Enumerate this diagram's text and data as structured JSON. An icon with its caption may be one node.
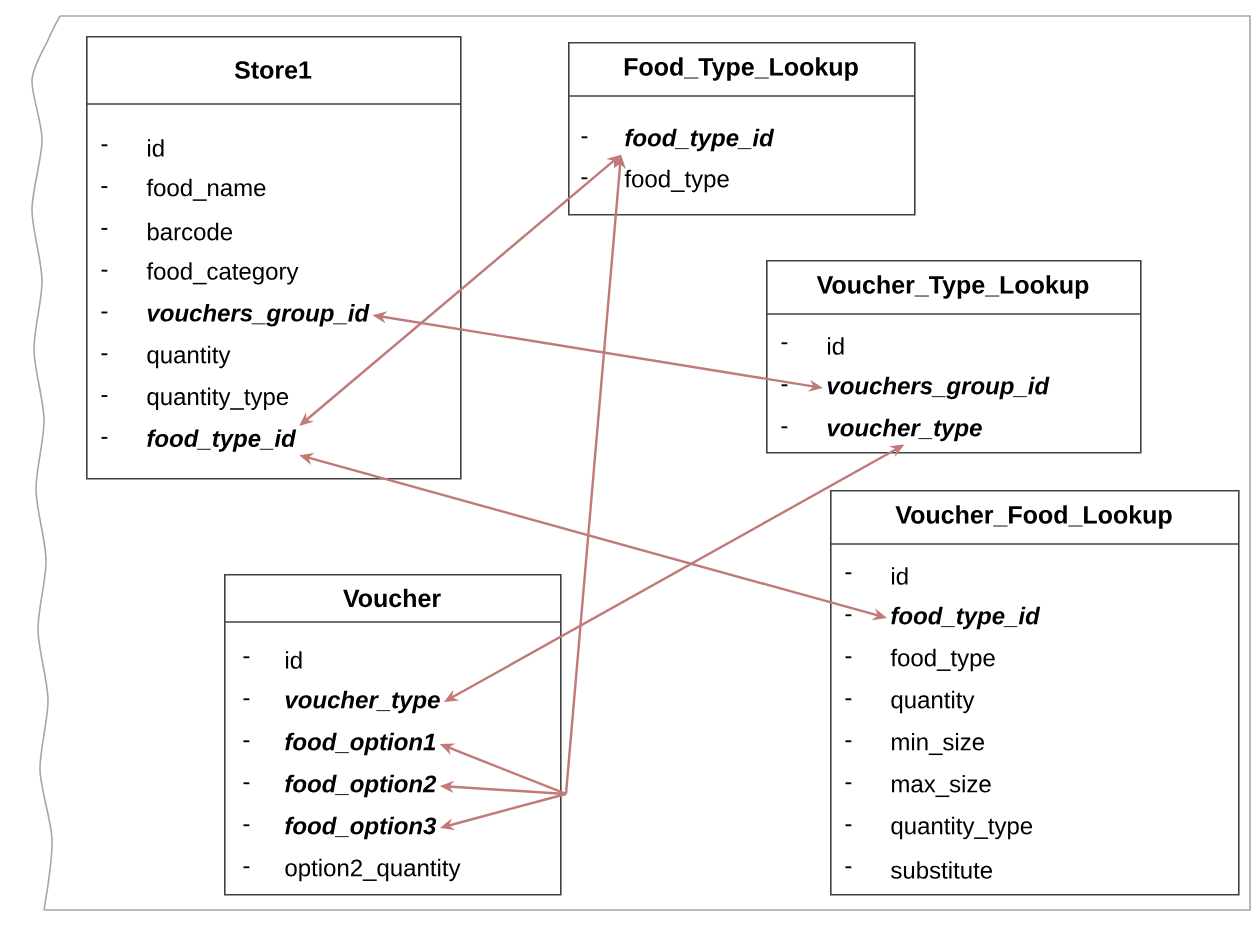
{
  "diagram": {
    "nodes": [
      {
        "text": [
          "Store1"
        ]
      },
      {
        "text": [
          "id"
        ],
        "in": 0,
        "beside": [
          "-"
        ]
      },
      {
        "text": [
          "food_name"
        ],
        "in": 0,
        "beside": [
          "-"
        ]
      },
      {
        "text": [
          "barcode"
        ],
        "in": 0,
        "beside": [
          "-"
        ]
      },
      {
        "text": [
          "food_category"
        ],
        "in": 0,
        "beside": [
          "-"
        ]
      },
      {
        "text": [
          "vouchers_group_id"
        ],
        "in": 0,
        "beside": [
          "-"
        ]
      },
      {
        "text": [
          "quantity"
        ],
        "in": 0,
        "beside": [
          "-"
        ]
      },
      {
        "text": [
          "quantity_type"
        ],
        "in": 0,
        "beside": [
          "-"
        ]
      },
      {
        "text": [
          "food_type_id"
        ],
        "in": 0,
        "beside": [
          "-"
        ]
      },
      {
        "text": [
          "Food_Type_Lookup"
        ]
      },
      {
        "text": [
          "food_type_id"
        ],
        "in": 9,
        "beside": [
          "-"
        ]
      },
      {
        "text": [
          "food_type"
        ],
        "in": 9,
        "beside": [
          "-"
        ]
      },
      {
        "text": [
          "Voucher_Type_Lookup"
        ]
      },
      {
        "text": [
          "id"
        ],
        "in": 12,
        "beside": [
          "-"
        ]
      },
      {
        "text": [
          "vouchers_group_id"
        ],
        "in": 12,
        "beside": [
          "-"
        ]
      },
      {
        "text": [
          "voucher_type"
        ],
        "in": 12,
        "beside": [
          "-"
        ]
      },
      {
        "text": [
          "Voucher_Food_Lookup"
        ]
      },
      {
        "text": [
          "id"
        ],
        "in": 16,
        "beside": [
          "-"
        ]
      },
      {
        "text": [
          "food_type_id"
        ],
        "in": 16,
        "beside": [
          "-"
        ]
      },
      {
        "text": [
          "food_type"
        ],
        "in": 16,
        "beside": [
          "-"
        ]
      },
      {
        "text": [
          "quantity"
        ],
        "in": 16,
        "beside": [
          "-"
        ]
      },
      {
        "text": [
          "min_size"
        ],
        "in": 16,
        "beside": [
          "-"
        ]
      },
      {
        "text": [
          "max_size"
        ],
        "in": 16,
        "beside": [
          "-"
        ]
      },
      {
        "text": [
          "quantity_type"
        ],
        "in": 16,
        "beside": [
          "-"
        ]
      },
      {
        "text": [
          "substitute"
        ],
        "in": 16,
        "beside": [
          "-"
        ]
      },
      {
        "text": [
          "Voucher"
        ]
      },
      {
        "text": [
          "id"
        ],
        "in": 25,
        "beside": [
          "-"
        ]
      },
      {
        "text": [
          "voucher_type"
        ],
        "in": 25,
        "beside": [
          "-"
        ]
      },
      {
        "text": [
          "food_option1"
        ],
        "in": 25,
        "beside": [
          "-"
        ]
      },
      {
        "text": [
          "food_option2"
        ],
        "in": 25,
        "beside": [
          "-"
        ]
      },
      {
        "text": [
          "food_option3"
        ],
        "in": 25,
        "beside": [
          "-"
        ]
      },
      {
        "text": [
          "option2_quantity"
        ],
        "in": 25,
        "beside": [
          "-"
        ]
      }
    ],
    "edges": [
      {
        "from": 5,
        "to": 14,
        "arrow": "both"
      },
      {
        "from": 8,
        "to": 10,
        "arrow": "both"
      },
      {
        "from": 8,
        "to": 18,
        "arrow": "both"
      },
      {
        "from": 15,
        "to": 27,
        "arrow": "both"
      },
      {
        "from": 10,
        "to": 28,
        "arrow": "both"
      },
      {
        "from": 10,
        "to": 29,
        "arrow": "both"
      },
      {
        "from": 10,
        "to": 30,
        "arrow": "both"
      }
    ]
  }
}
